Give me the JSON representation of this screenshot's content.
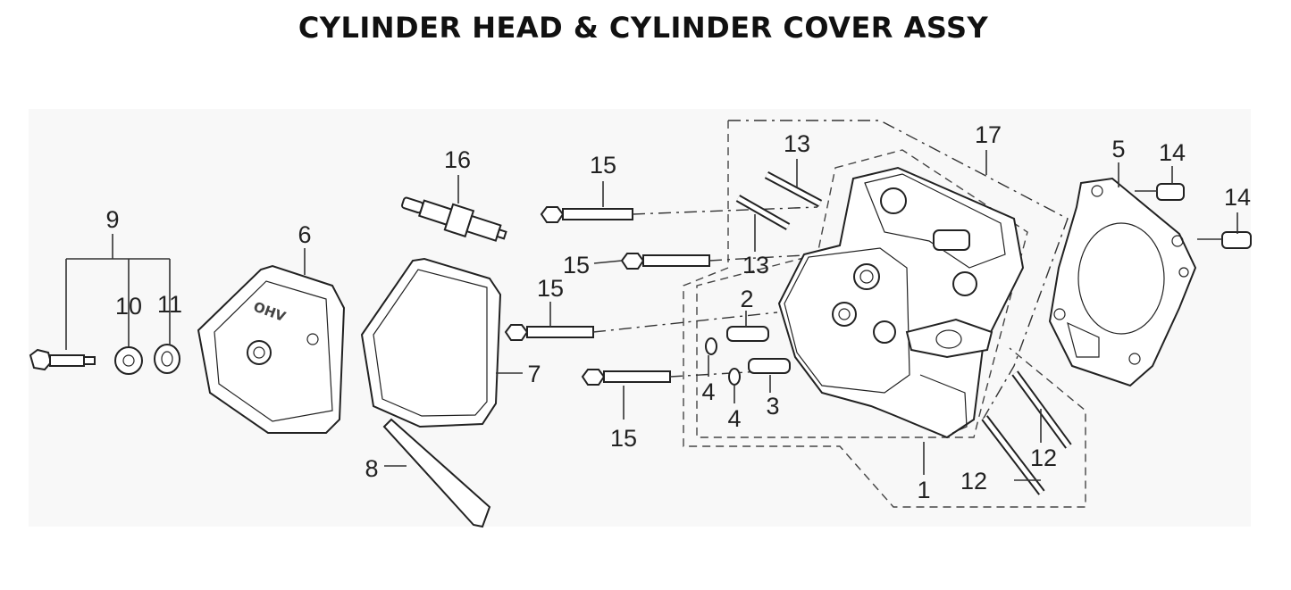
{
  "page": {
    "title": "CYLINDER HEAD & CYLINDER COVER ASSY"
  },
  "diagram": {
    "labels": {
      "p1": "1",
      "p2": "2",
      "p3": "3",
      "p4a": "4",
      "p4b": "4",
      "p5": "5",
      "p6": "6",
      "p7": "7",
      "p8": "8",
      "p9": "9",
      "p10": "10",
      "p11": "11",
      "p12a": "12",
      "p12b": "12",
      "p13a": "13",
      "p13b": "13",
      "p14a": "14",
      "p14b": "14",
      "p15a": "15",
      "p15b": "15",
      "p15c": "15",
      "p15d": "15",
      "p16": "16",
      "p17": "17"
    },
    "cover_marking": "OHV"
  }
}
